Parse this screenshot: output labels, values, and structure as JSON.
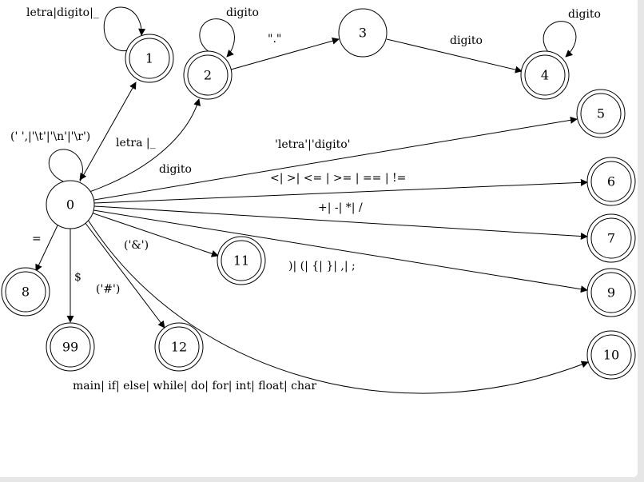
{
  "states": {
    "s0": "0",
    "s1": "1",
    "s2": "2",
    "s3": "3",
    "s4": "4",
    "s5": "5",
    "s6": "6",
    "s7": "7",
    "s8": "8",
    "s9": "9",
    "s10": "10",
    "s11": "11",
    "s12": "12",
    "s99": "99"
  },
  "labels": {
    "loop_1": "letra|digito|_",
    "loop_2": "digito",
    "edge_2_3": "\".\"",
    "edge_3_4": "digito",
    "loop_4": "digito",
    "loop_0": "(' ',|'\\t'|'\\n'|'\\r')",
    "edge_0_1": "letra |_",
    "edge_0_2": "digito",
    "edge_0_5": "'letra'|'digito'",
    "edge_0_6": "<| >| <= | >= | == | !=",
    "edge_0_7": "+| -| *| /",
    "edge_0_8": "=",
    "edge_0_11": "('&')",
    "edge_0_9": ")| (| {| }| ,| ;",
    "edge_0_99": "$",
    "edge_0_12": "('#')",
    "edge_0_10": "main| if| else| while| do| for| int| float| char"
  }
}
